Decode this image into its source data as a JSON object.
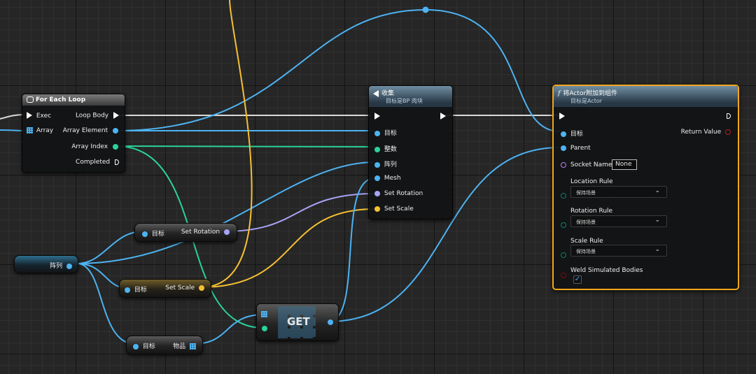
{
  "for_each": {
    "title": "For Each Loop",
    "exec": "Exec",
    "array": "Array",
    "loop_body": "Loop Body",
    "array_element": "Array Element",
    "array_index": "Array Index",
    "completed": "Completed"
  },
  "collect": {
    "title": "收集",
    "subtitle": "目标是BP 肉块",
    "target": "目标",
    "integer": "整数",
    "array": "阵列",
    "mesh": "Mesh",
    "set_rotation": "Set Rotation",
    "set_scale": "Set Scale"
  },
  "attach": {
    "title": "将Actor附加到组件",
    "subtitle": "目标是Actor",
    "target": "目标",
    "return_value": "Return Value",
    "parent": "Parent",
    "socket_name": "Socket Name",
    "socket_value": "None",
    "location_rule": "Location Rule",
    "location_value": "保持场景",
    "rotation_rule": "Rotation Rule",
    "rotation_value": "保持场景",
    "scale_rule": "Scale Rule",
    "scale_value": "保持场景",
    "weld": "Weld Simulated Bodies",
    "weld_checked": "✓"
  },
  "var_rotation": {
    "target": "目标",
    "label": "Set Rotation"
  },
  "var_array": {
    "label": "阵列"
  },
  "var_scale": {
    "target": "目标",
    "label": "Set Scale"
  },
  "var_items": {
    "target": "目标",
    "label": "物品"
  },
  "get_node": {
    "label": "GET"
  },
  "colors": {
    "exec": "#ffffff",
    "object": "#4db3f2",
    "integer": "#2ad39a",
    "rotator": "#a7a3f7",
    "vector": "#f5c031",
    "name": "#c07df3",
    "enum_byte": "#0e7e6f",
    "bool": "#8c0606",
    "selected": "#f3a51b"
  }
}
